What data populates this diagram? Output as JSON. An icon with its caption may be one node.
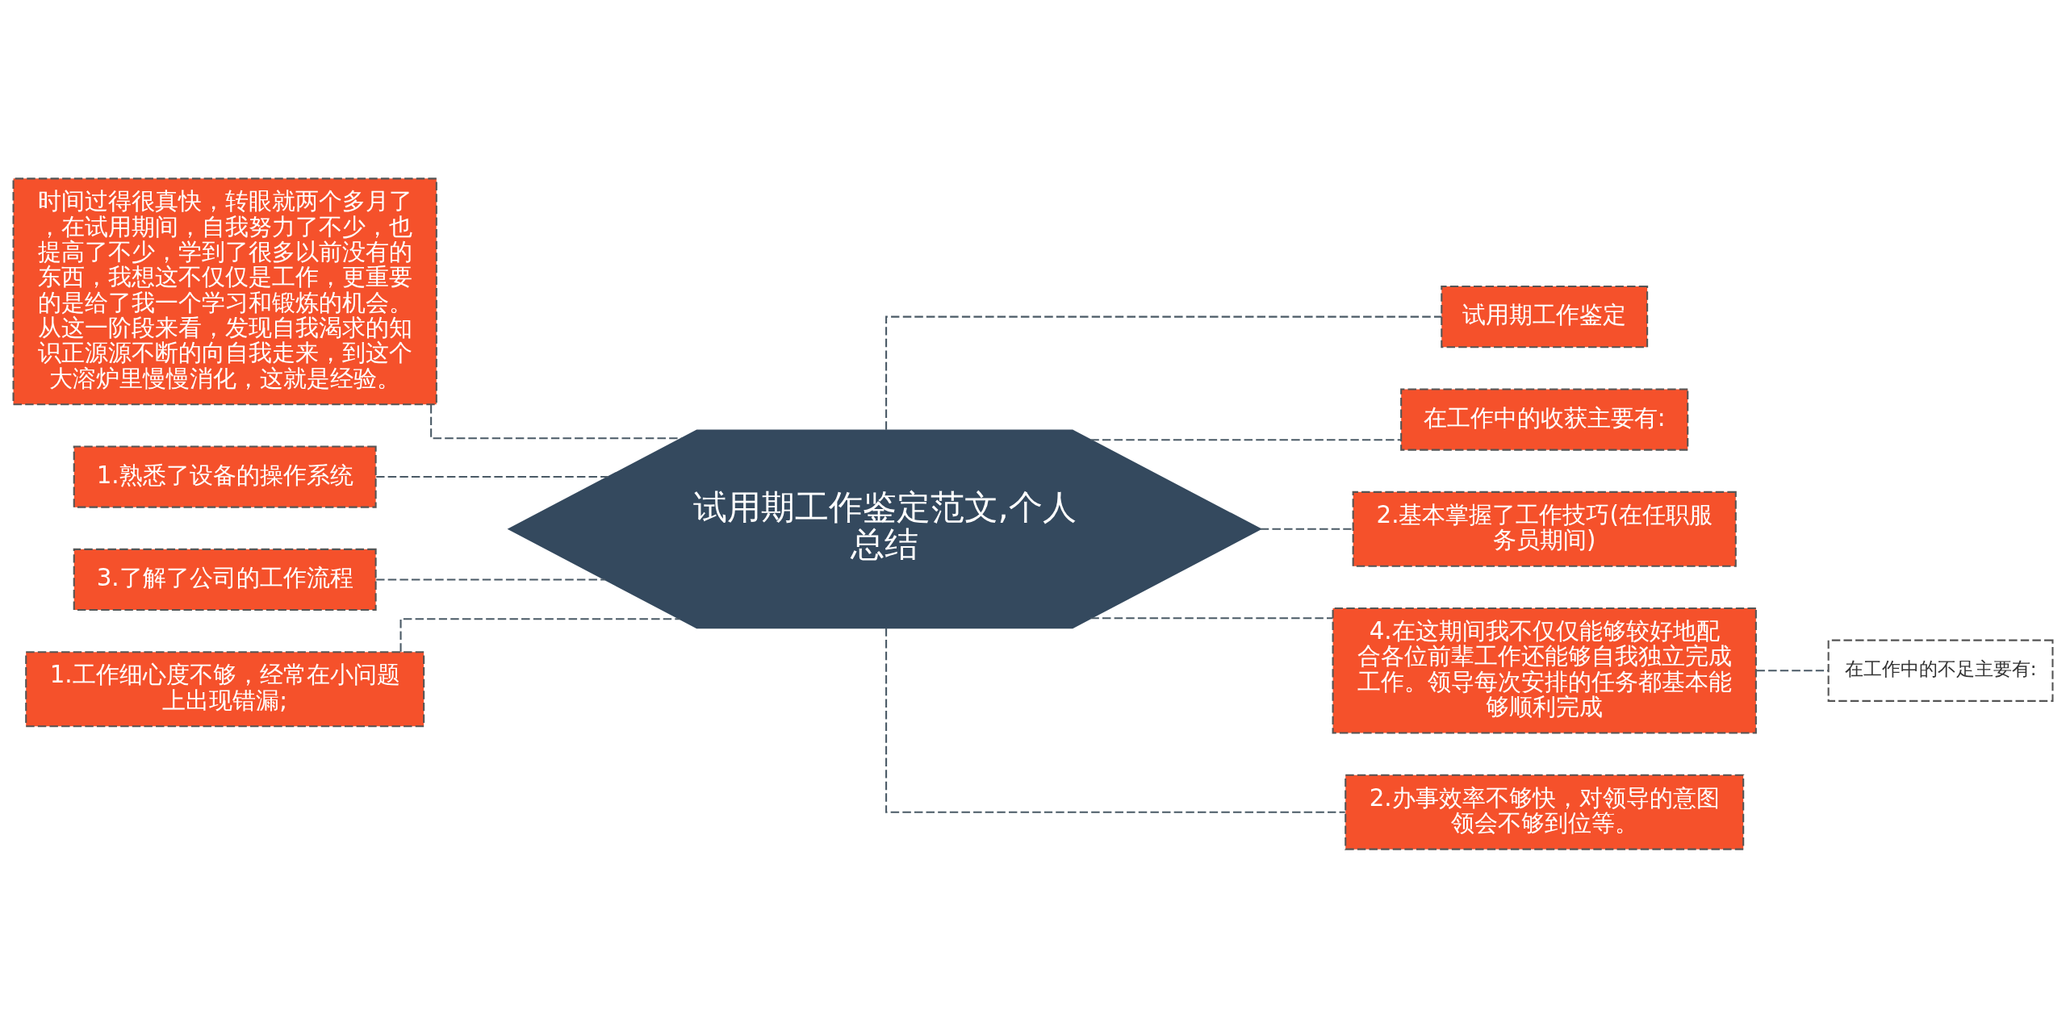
{
  "diagram": {
    "nodes": [
      {
        "text": [
          "试用期工作鉴定范文,个人总结"
        ]
      },
      {
        "text": [
          "时间过得很真快，转眼就两个多月了，在试用期间，自我努力了不少，也提高了不少，学到了很多以前没有的东西，我想这不仅仅是工作，更重要的是给了我一个学习和锻炼的机会。从这一阶段来看，发现自我渴求的知识正源源不断的向自我走来，到这个大溶炉里慢慢消化，这就是经验。"
        ]
      },
      {
        "text": [
          "1.熟悉了设备的操作系统"
        ]
      },
      {
        "text": [
          "3.了解了公司的工作流程"
        ]
      },
      {
        "text": [
          "1.工作细心度不够，经常在小问题上出现错漏;"
        ]
      },
      {
        "text": [
          "试用期工作鉴定"
        ]
      },
      {
        "text": [
          "在工作中的收获主要有:"
        ]
      },
      {
        "text": [
          "2.基本掌握了工作技巧(在任职服务员期间)"
        ]
      },
      {
        "text": [
          "4.在这期间我不仅仅能够较好地配合各位前辈工作还能够自我独立完成工作。领导每次安排的任务都基本能够顺利完成"
        ]
      },
      {
        "text": [
          "2.办事效率不够快，对领导的意图领会不够到位等。"
        ]
      },
      {
        "text": [
          "在工作中的不足主要有:"
        ]
      }
    ],
    "edges": [
      {
        "from": 1,
        "to": 0,
        "arrow": "none",
        "style": "dashed"
      },
      {
        "from": 2,
        "to": 0,
        "arrow": "none",
        "style": "dashed"
      },
      {
        "from": 3,
        "to": 0,
        "arrow": "none",
        "style": "dashed"
      },
      {
        "from": 4,
        "to": 0,
        "arrow": "none",
        "style": "dashed"
      },
      {
        "from": 0,
        "to": 5,
        "arrow": "none",
        "style": "dashed"
      },
      {
        "from": 0,
        "to": 6,
        "arrow": "none",
        "style": "dashed"
      },
      {
        "from": 0,
        "to": 7,
        "arrow": "none",
        "style": "dashed"
      },
      {
        "from": 0,
        "to": 8,
        "arrow": "none",
        "style": "dashed"
      },
      {
        "from": 0,
        "to": 9,
        "arrow": "none",
        "style": "dashed"
      },
      {
        "from": 8,
        "to": 10,
        "arrow": "none",
        "style": "dashed"
      }
    ]
  }
}
